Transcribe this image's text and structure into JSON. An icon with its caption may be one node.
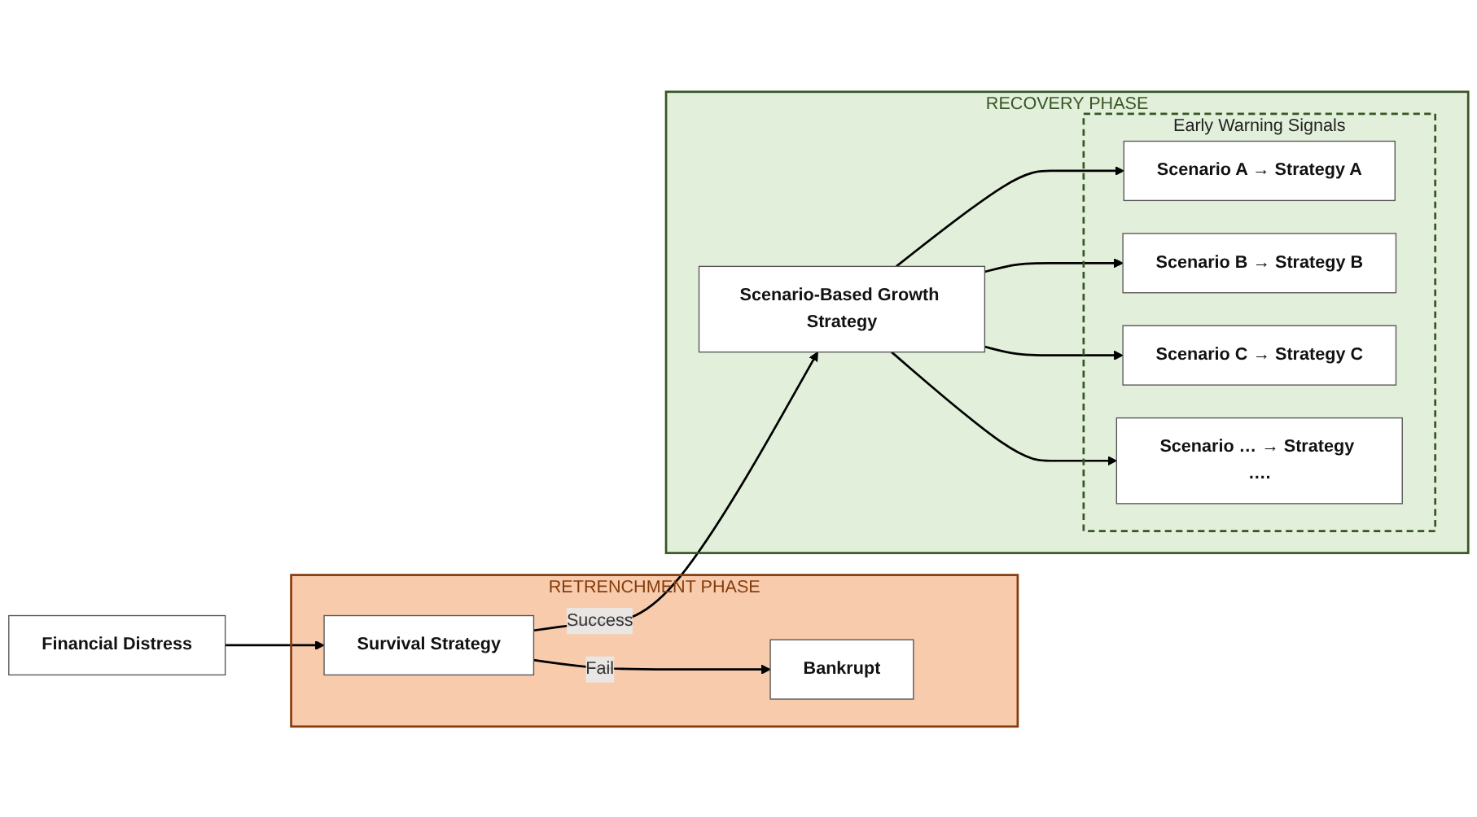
{
  "diagram": {
    "nodes": [
      {
        "text": [
          "Financial Distress"
        ]
      },
      {
        "text": [
          "RETRENCHMENT PHASE"
        ]
      },
      {
        "text": [
          "Survival Strategy"
        ],
        "in": 1
      },
      {
        "text": [
          "Bankrupt"
        ],
        "in": 1
      },
      {
        "text": [
          "RECOVERY PHASE"
        ]
      },
      {
        "text": [
          "Scenario-Based Growth Strategy"
        ],
        "in": 4
      },
      {
        "text": [
          "Early Warning Signals"
        ],
        "in": 4
      },
      {
        "text": [
          "Scenario A → Strategy A"
        ],
        "in": 6
      },
      {
        "text": [
          "Scenario B → Strategy B"
        ],
        "in": 6
      },
      {
        "text": [
          "Scenario C → Strategy C"
        ],
        "in": 6
      },
      {
        "text": [
          "Scenario … → Strategy …."
        ],
        "in": 6
      }
    ],
    "edges": [
      {
        "from": 0,
        "to": 2,
        "arrow": "to"
      },
      {
        "from": 2,
        "to": 5,
        "label": "Success",
        "arrow": "to"
      },
      {
        "from": 2,
        "to": 3,
        "label": "Fail",
        "arrow": "to"
      },
      {
        "from": 5,
        "to": 7,
        "arrow": "to"
      },
      {
        "from": 5,
        "to": 8,
        "arrow": "to"
      },
      {
        "from": 5,
        "to": 9,
        "arrow": "to"
      },
      {
        "from": 5,
        "to": 10,
        "arrow": "to"
      }
    ]
  }
}
